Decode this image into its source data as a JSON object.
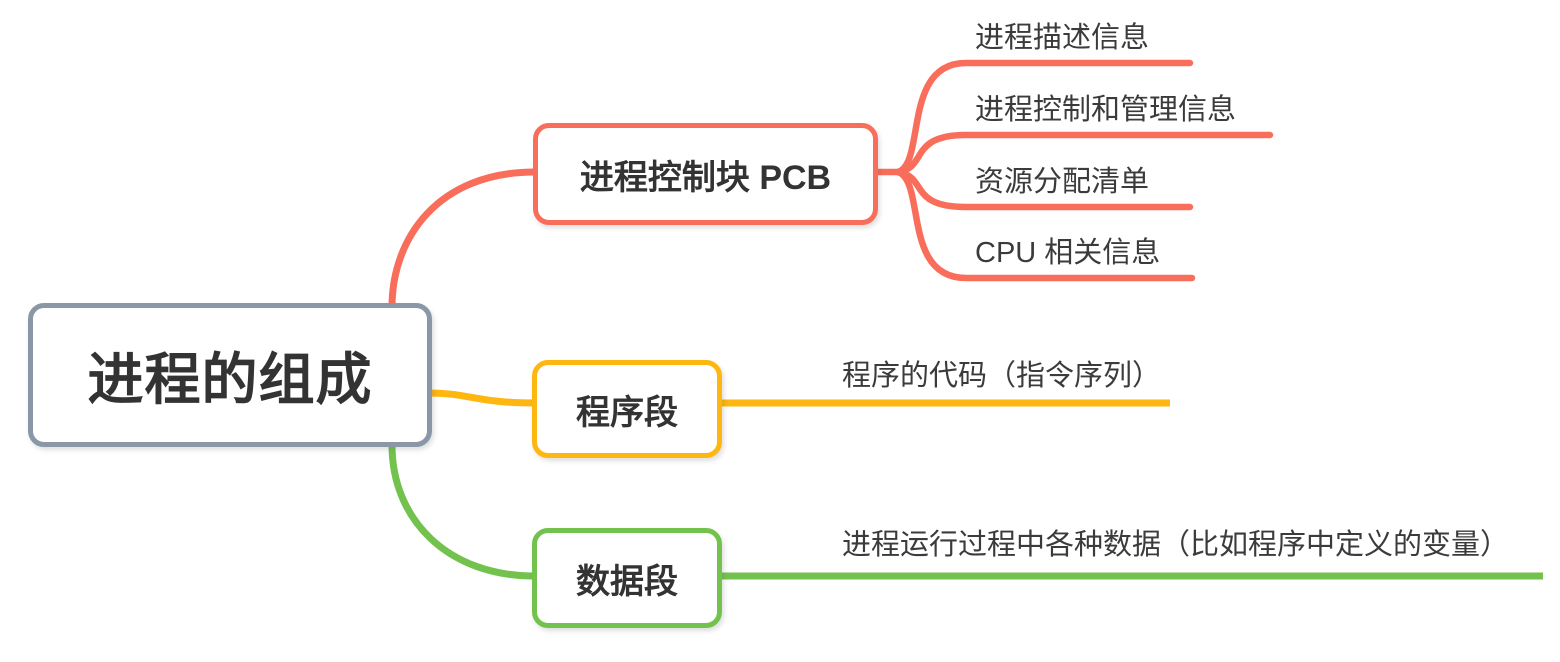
{
  "colors": {
    "background": "#FFFFFF",
    "root_border": "#8A97A7",
    "branch_red": "#F96D5B",
    "branch_yellow": "#FEB610",
    "branch_green": "#74C24E",
    "node_text": "#333333",
    "leaf_text": "#3B3B3B"
  },
  "root": {
    "label": "进程的组成"
  },
  "branches": [
    {
      "label": "进程控制块 PCB",
      "color": "#F96D5B",
      "children": [
        "进程描述信息",
        "进程控制和管理信息",
        "资源分配清单",
        "CPU 相关信息"
      ]
    },
    {
      "label": "程序段",
      "color": "#FEB610",
      "children": [
        "程序的代码（指令序列）"
      ]
    },
    {
      "label": "数据段",
      "color": "#74C24E",
      "children": [
        "进程运行过程中各种数据（比如程序中定义的变量）"
      ]
    }
  ]
}
